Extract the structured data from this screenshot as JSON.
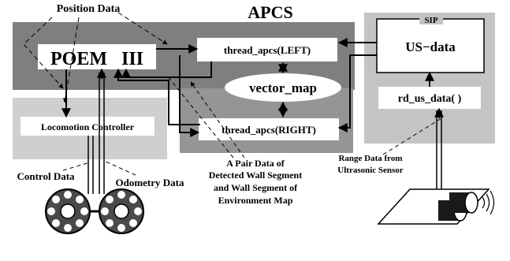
{
  "labels": {
    "position_data": "Position Data",
    "apcs": "APCS",
    "sip": "SIP",
    "poem": "POEM   III",
    "thread_left": "thread_apcs(LEFT)",
    "thread_right": "thread_apcs(RIGHT)",
    "vector_map": "vector_map",
    "us_data": "US−data",
    "rd_us_data": "rd_us_data( )",
    "locomotion": "Locomotion Controller",
    "control_data": "Control Data",
    "odometry_data": "Odometry Data",
    "pair_data": [
      "A Pair Data of",
      "Detected Wall Segment",
      "and Wall Segment of",
      "Environment Map"
    ],
    "range_data": [
      "Range Data from",
      "Ultrasonic Sensor"
    ]
  },
  "colors": {
    "apcs_panel": "#7f7f7f",
    "apcs_lower": "#959595",
    "sip_panel": "#c4c4c4",
    "locomotion_panel": "#cfcfcf",
    "box_fill": "#ffffff",
    "ink": "#000000",
    "wheel_dark": "#4a4a4a"
  }
}
